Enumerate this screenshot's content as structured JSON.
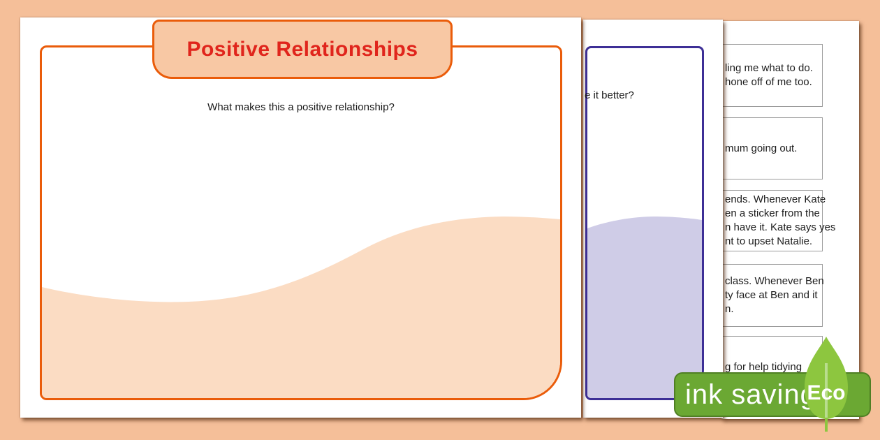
{
  "background_color": "#f5bf99",
  "page1": {
    "title": "Positive Relationships",
    "subtitle": "What makes this a positive relationship?",
    "accent_color": "#ea5c0a",
    "title_color": "#e0251c",
    "tab_fill_color": "#f8c8a4",
    "wave_color": "#fbdcc3"
  },
  "page2": {
    "subtitle_fragment": "e it better?",
    "accent_color": "#3d2f96",
    "wave_color": "#cfcce7"
  },
  "page3": {
    "cards": [
      {
        "lines": [
          "ling me what to do.",
          "hone off of me too."
        ]
      },
      {
        "lines": [
          "mum going out."
        ]
      },
      {
        "lines": [
          "ends. Whenever Kate",
          "en a sticker from the",
          "n have it. Kate says yes",
          "nt to upset Natalie."
        ]
      },
      {
        "lines": [
          "class. Whenever Ben",
          "ty face at Ben and it",
          "n."
        ]
      },
      {
        "lines": [
          "g for help tidying"
        ]
      }
    ]
  },
  "eco_badge": {
    "label": "ink saving",
    "leaf_label": "Eco",
    "band_color": "#6ba833",
    "band_border_color": "#4f7f24",
    "leaf_color": "#8dc63f",
    "leaf_vein_color": "#b9dd8e",
    "text_color": "#ffffff"
  }
}
